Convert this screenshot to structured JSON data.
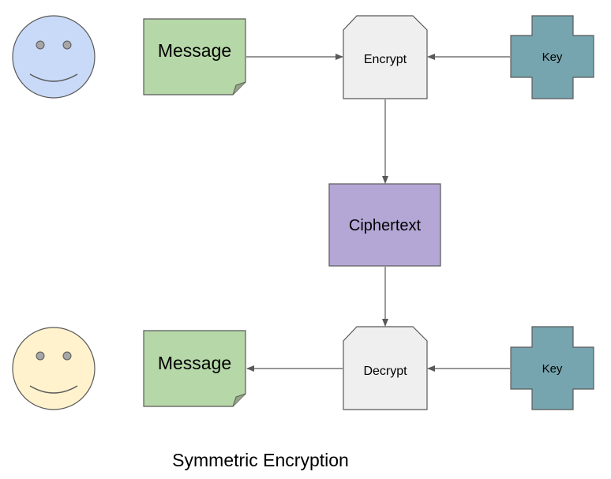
{
  "caption": "Symmetric Encryption",
  "nodes": {
    "message_top": {
      "label": "Message"
    },
    "encrypt": {
      "label": "Encrypt"
    },
    "key_top": {
      "label": "Key"
    },
    "ciphertext": {
      "label": "Ciphertext"
    },
    "decrypt": {
      "label": "Decrypt"
    },
    "key_bottom": {
      "label": "Key"
    },
    "message_bottom": {
      "label": "Message"
    }
  },
  "colors": {
    "sender_face": "#c9daf8",
    "receiver_face": "#fff2cc",
    "message": "#b6d7a8",
    "operation": "#efefef",
    "key": "#76a5af",
    "ciphertext": "#b4a7d6",
    "stroke": "#595959",
    "arrow": "#595959"
  },
  "icons": {
    "sender": "smiley-face-icon",
    "receiver": "smiley-face-icon"
  }
}
